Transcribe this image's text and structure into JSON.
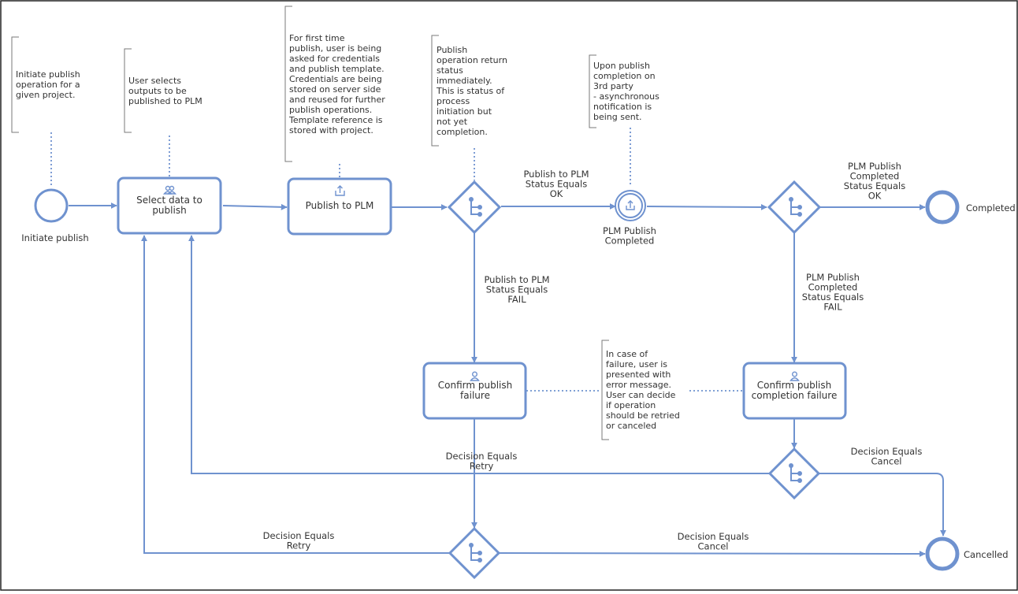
{
  "events": {
    "start": {
      "label": "Initiate publish"
    },
    "plm_completed": {
      "label_lines": [
        "PLM Publish",
        "Completed"
      ]
    },
    "end_completed": {
      "label": "Completed"
    },
    "end_cancelled": {
      "label": "Cancelled"
    }
  },
  "tasks": {
    "select_data": {
      "label_lines": [
        "Select data to",
        "publish"
      ],
      "icon": "users-icon"
    },
    "publish_to_plm": {
      "label_lines": [
        "Publish to PLM"
      ],
      "icon": "upload-icon"
    },
    "confirm_publish_failure": {
      "label_lines": [
        "Confirm publish",
        "failure"
      ],
      "icon": "user-icon"
    },
    "confirm_completion_failure": {
      "label_lines": [
        "Confirm publish",
        "completion failure"
      ],
      "icon": "user-icon"
    }
  },
  "flow_labels": {
    "publish_ok": [
      "Publish to PLM",
      "Status Equals",
      "OK"
    ],
    "publish_fail": [
      "Publish to PLM",
      "Status Equals",
      "FAIL"
    ],
    "completed_ok": [
      "PLM Publish",
      "Completed",
      "Status Equals",
      "OK"
    ],
    "completed_fail": [
      "PLM Publish",
      "Completed",
      "Status Equals",
      "FAIL"
    ],
    "retry_upper": [
      "Decision Equals",
      "Retry"
    ],
    "cancel_upper": [
      "Decision Equals",
      "Cancel"
    ],
    "retry_lower": [
      "Decision Equals",
      "Retry"
    ],
    "cancel_lower": [
      "Decision Equals",
      "Cancel"
    ]
  },
  "annotations": {
    "initiate": [
      "Initiate publish",
      "operation for a",
      "given project."
    ],
    "select": [
      "User selects",
      "outputs to be",
      "published to PLM"
    ],
    "first_time": [
      "For first time",
      "publish, user is being",
      "asked for credentials",
      "and publish template.",
      "Credentials are being",
      "stored on server side",
      "and reused for further",
      "publish operations.",
      "Template reference is",
      "stored with project."
    ],
    "return_status": [
      "Publish",
      "operation return",
      "status",
      "immediately.",
      "This is status of",
      "process",
      "initiation but",
      "not yet",
      "completion."
    ],
    "completion": [
      "Upon publish",
      "completion on",
      "3rd party",
      "- asynchronous",
      "notification is",
      "being sent."
    ],
    "failure": [
      "In case of",
      "failure, user is",
      "presented with",
      "error message.",
      "User can decide",
      "if operation",
      "should be retried",
      "or canceled"
    ]
  }
}
